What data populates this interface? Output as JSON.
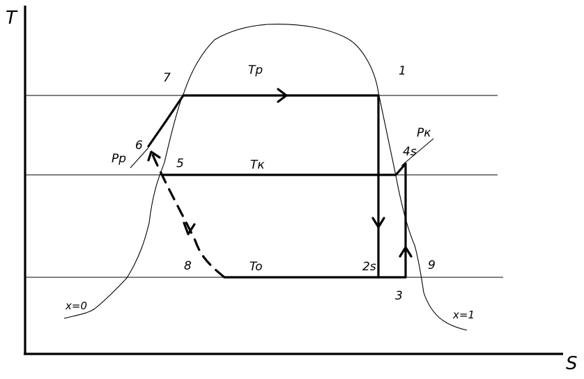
{
  "axes": {
    "y_label": "T",
    "x_label": "S"
  },
  "point_labels": {
    "p1": "1",
    "p2s": "2s",
    "p3": "3",
    "p4s": "4s",
    "p5": "5",
    "p6": "6",
    "p7": "7",
    "p8": "8",
    "p9": "9"
  },
  "isotherm_labels": {
    "tp": "Tp",
    "tk": "Tк",
    "to": "To"
  },
  "isobar_labels": {
    "pp": "Pp",
    "pk": "Pк"
  },
  "dome_labels": {
    "x0": "x=0",
    "x1": "x=1"
  }
}
